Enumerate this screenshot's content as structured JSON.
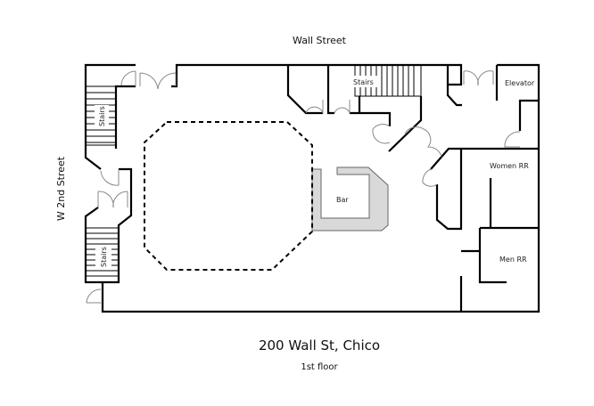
{
  "street_top": "Wall Street",
  "street_left": "W 2nd Street",
  "title": "200 Wall St, Chico",
  "subtitle": "1st floor",
  "rooms": {
    "stairs_upper_left": "Stairs",
    "stairs_lower_left": "Stairs",
    "stairs_top": "Stairs",
    "elevator": "Elevator",
    "bar": "Bar",
    "women_rr": "Women RR",
    "men_rr": "Men RR"
  },
  "colors": {
    "walls": "#000000",
    "bar_fill": "#d9d9d9",
    "doors": "#888888"
  }
}
